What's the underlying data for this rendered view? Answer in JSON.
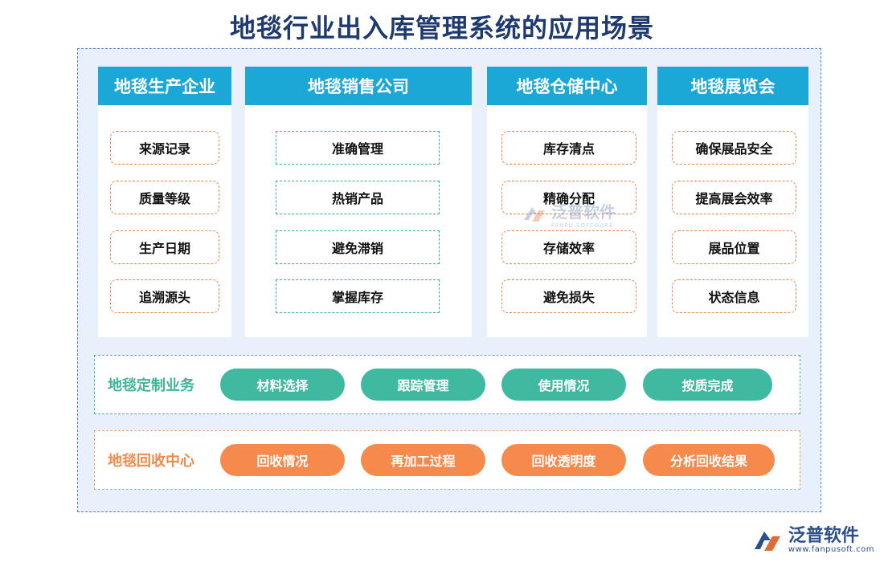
{
  "title": "地毯行业出入库管理系统的应用场景",
  "columns": [
    {
      "header": "地毯生产企业",
      "items": [
        "来源记录",
        "质量等级",
        "生产日期",
        "追溯源头"
      ]
    },
    {
      "header": "地毯销售公司",
      "items": [
        "准确管理",
        "热销产品",
        "避免滞销",
        "掌握库存"
      ]
    },
    {
      "header": "地毯仓储中心",
      "items": [
        "库存清点",
        "精确分配",
        "存储效率",
        "避免损失"
      ]
    },
    {
      "header": "地毯展览会",
      "items": [
        "确保展品安全",
        "提高展会效率",
        "展品位置",
        "状态信息"
      ]
    }
  ],
  "bands": [
    {
      "label": "地毯定制业务",
      "pills": [
        "材料选择",
        "跟踪管理",
        "使用情况",
        "按质完成"
      ]
    },
    {
      "label": "地毯回收中心",
      "pills": [
        "回收情况",
        "再加工过程",
        "回收透明度",
        "分析回收结果"
      ]
    }
  ],
  "watermark": {
    "name": "泛普软件",
    "sub": "FANPU SOFTWARE"
  },
  "brand": {
    "name": "泛普软件",
    "url": "www.fanpusoft.com"
  },
  "colors": {
    "title": "#1f3a6e",
    "column_header": "#1ca8d6",
    "orange_accent": "#f58a4c",
    "green_accent": "#3fb9a0",
    "frame_border": "#5b87c7",
    "frame_bg": "#e8f1fb"
  },
  "icons": {
    "watermark_logo": "fanpu-logo-icon",
    "brand_logo": "fanpu-logo-icon"
  }
}
